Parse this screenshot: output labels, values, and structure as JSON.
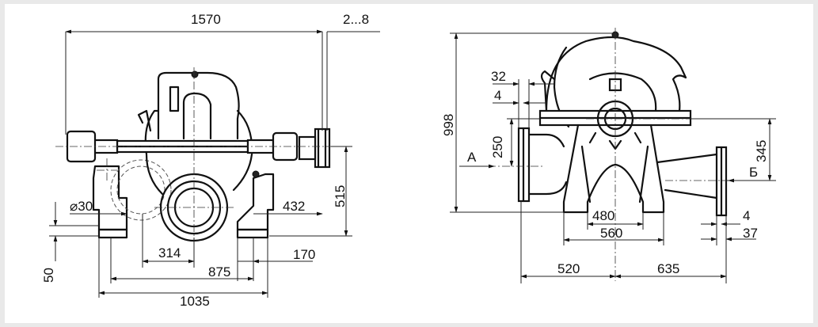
{
  "front_view": {
    "dims": {
      "overall_width": "1570",
      "gap": "2...8",
      "height_to_axis": "515",
      "hole_diameter": "⌀30",
      "half_axis": "432",
      "base_height": "50",
      "left_offset": "314",
      "right_offset": "170",
      "hole_spacing": "875",
      "base_length": "1035"
    }
  },
  "side_view": {
    "dims": {
      "total_height": "998",
      "flange_thickness": "32",
      "gasket": "4",
      "suction_axis_height": "250",
      "discharge_axis_height": "345",
      "foot_inner": "480",
      "foot_outer": "560",
      "outlet_gasket": "4",
      "outlet_flange": "37",
      "suction_length": "520",
      "discharge_length": "635"
    },
    "labels": {
      "inlet": "А",
      "outlet": "Б"
    }
  }
}
